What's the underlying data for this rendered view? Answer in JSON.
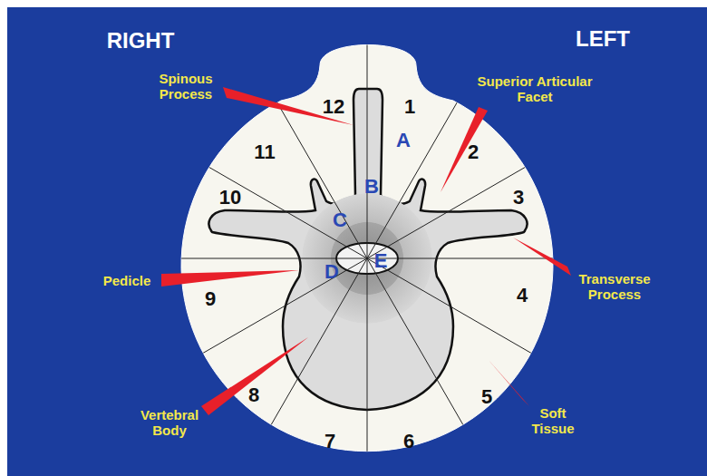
{
  "diagram": {
    "labels": [
      "RIGHT",
      "LEFT",
      "Spinous Process",
      "Superior Articular Facet",
      "Transverse Process",
      "Pedicle",
      "Vertebral Body",
      "Soft Tissue",
      "12",
      "1",
      "2",
      "3",
      "4",
      "5",
      "6",
      "7",
      "8",
      "9",
      "10",
      "11",
      "A",
      "B",
      "C",
      "D",
      "E"
    ]
  }
}
